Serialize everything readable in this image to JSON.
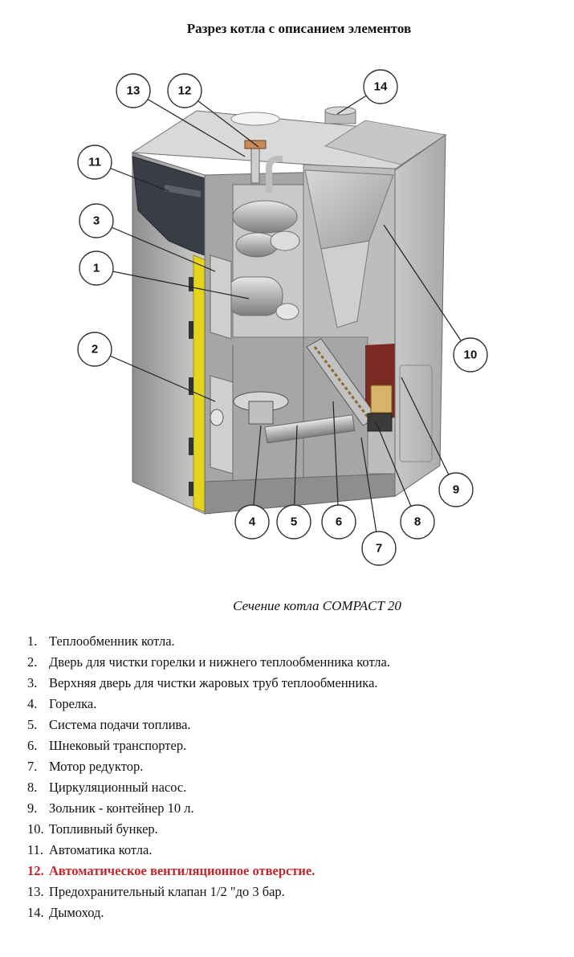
{
  "title": "Разрез котла с описанием элементов",
  "caption": "Сечение котла COMPACT 20",
  "callouts": [
    "13",
    "12",
    "14",
    "11",
    "3",
    "1",
    "2",
    "10",
    "9",
    "4",
    "5",
    "6",
    "8",
    "7"
  ],
  "legend": [
    {
      "num": "1.",
      "text": "Теплообменник котла."
    },
    {
      "num": "2.",
      "text": "Дверь для чистки горелки и нижнего теплообменника котла."
    },
    {
      "num": "3.",
      "text": "Верхняя дверь для чистки жаровых труб теплообменника."
    },
    {
      "num": "4.",
      "text": "Горелка."
    },
    {
      "num": "5.",
      "text": "Система подачи топлива."
    },
    {
      "num": "6.",
      "text": "Шнековый  транспортер."
    },
    {
      "num": "7.",
      "text": "Мотор редуктор."
    },
    {
      "num": "8.",
      "text": "Циркуляционный насос."
    },
    {
      "num": "9.",
      "text": "Зольник - контейнер 10 л."
    },
    {
      "num": "10.",
      "text": "Топливный бункер."
    },
    {
      "num": "11.",
      "text": "Автоматика котла."
    },
    {
      "num": "12.",
      "text": "Автоматическое вентиляционное отверстие."
    },
    {
      "num": "13.",
      "text": "Предохранительный клапан 1/2 \"до 3 бар."
    },
    {
      "num": "14.",
      "text": "Дымоход."
    }
  ],
  "colors": {
    "highlight": "#c0272d",
    "yellow_gasket": "#e6d41a",
    "panel_grey": "#b9b9b9",
    "dark_panel": "#3a3d45",
    "brick_red": "#7a2a22"
  }
}
